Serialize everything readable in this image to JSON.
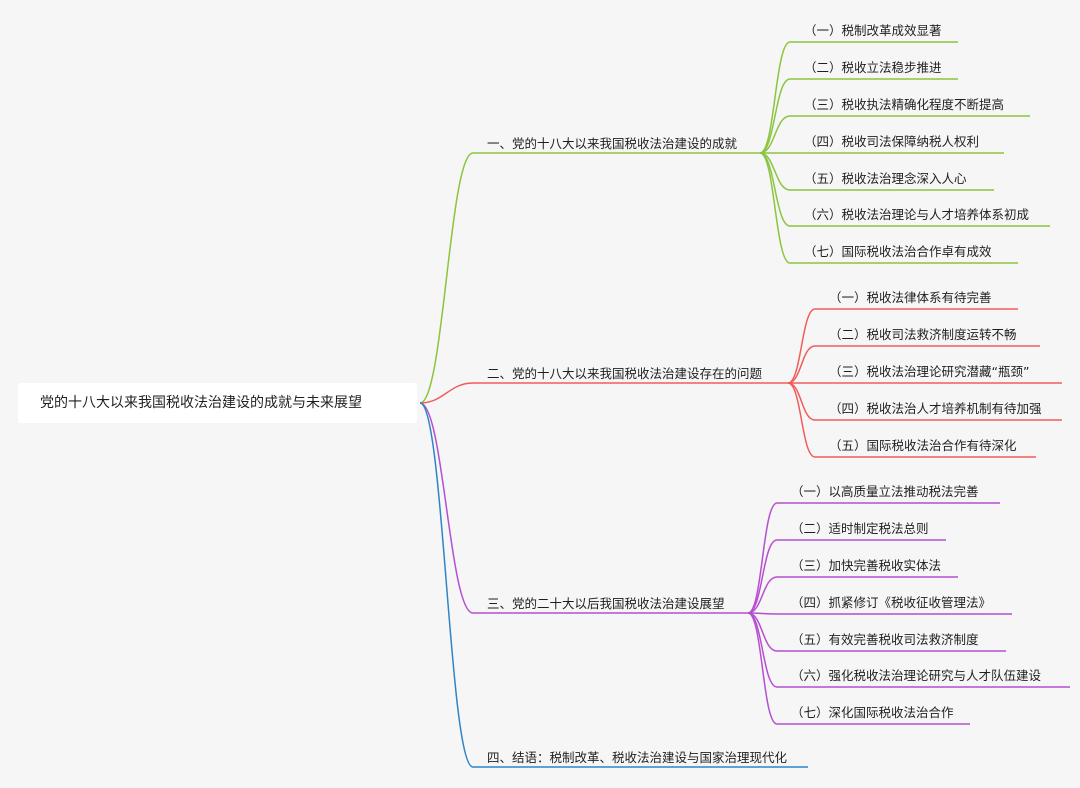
{
  "root": {
    "title": "党的十八大以来我国税收法治建设的成就与未来展望"
  },
  "branches": [
    {
      "title": "一、党的十八大以来我国税收法治建设的成就",
      "color": "#8cc43f",
      "children": [
        "（一）税制改革成效显著",
        "（二）税收立法稳步推进",
        "（三）税收执法精确化程度不断提高",
        "（四）税收司法保障纳税人权利",
        "（五）税收法治理念深入人心",
        "（六）税收法治理论与人才培养体系初成",
        "（七）国际税收法治合作卓有成效"
      ]
    },
    {
      "title": "二、党的十八大以来我国税收法治建设存在的问题",
      "color": "#f25b5b",
      "children": [
        "（一）税收法律体系有待完善",
        "（二）税收司法救济制度运转不畅",
        "（三）税收法治理论研究潜藏“瓶颈”",
        "（四）税收法治人才培养机制有待加强",
        "（五）国际税收法治合作有待深化"
      ]
    },
    {
      "title": "三、党的二十大以后我国税收法治建设展望",
      "color": "#b64fd0",
      "children": [
        "（一）以高质量立法推动税法完善",
        "（二）适时制定税法总则",
        "（三）加快完善税收实体法",
        "（四）抓紧修订《税收征收管理法》",
        "（五）有效完善税收司法救济制度",
        "（六）强化税收法治理论研究与人才队伍建设",
        "（七）深化国际税收法治合作"
      ]
    },
    {
      "title": "四、结语：税制改革、税收法治建设与国家治理现代化",
      "color": "#2f84c6",
      "children": []
    }
  ]
}
